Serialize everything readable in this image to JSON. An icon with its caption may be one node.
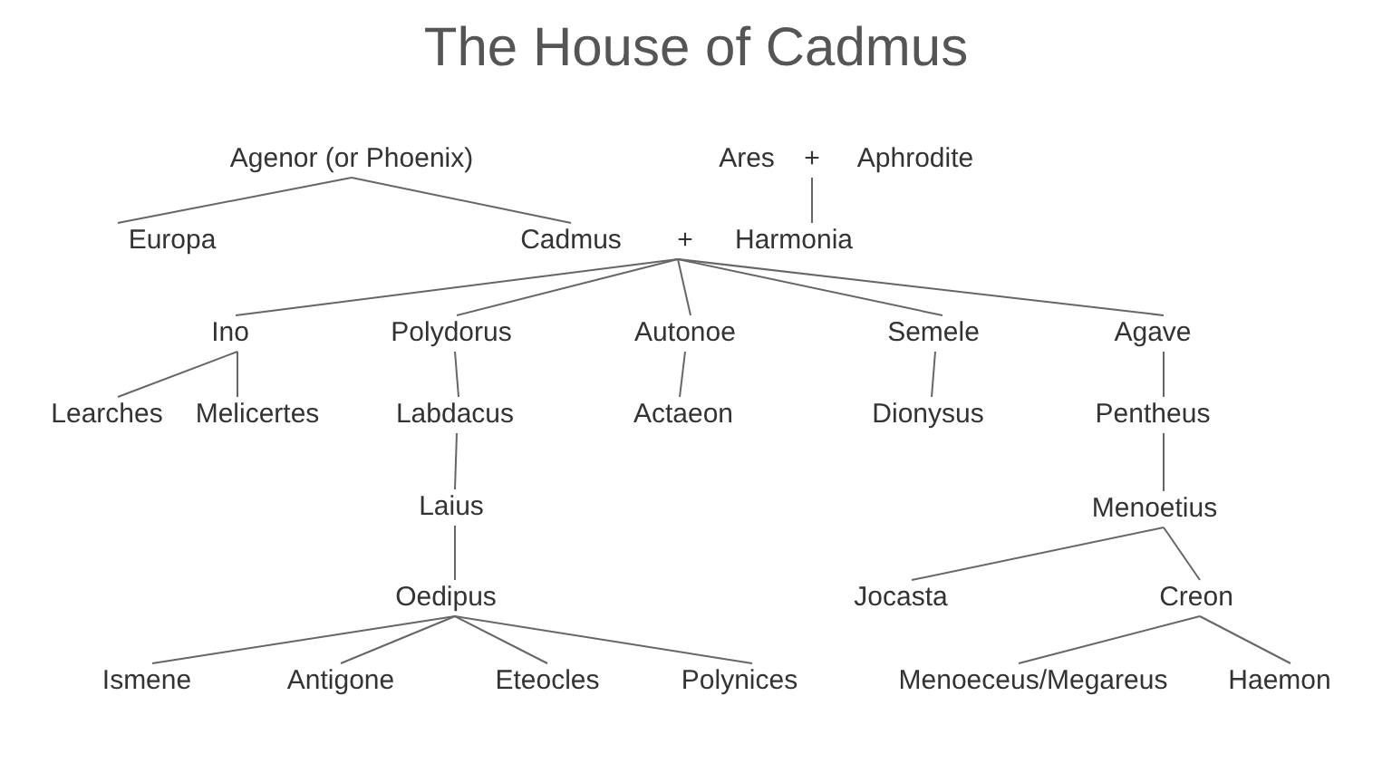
{
  "diagram": {
    "title": "The House of Cadmus",
    "nodes": [
      {
        "text": [
          "Agenor (or Phoenix)"
        ]
      },
      {
        "text": [
          "Ares"
        ]
      },
      {
        "text": [
          "+"
        ]
      },
      {
        "text": [
          "Aphrodite"
        ]
      },
      {
        "text": [
          "Europa"
        ]
      },
      {
        "text": [
          "Cadmus"
        ]
      },
      {
        "text": [
          "+"
        ]
      },
      {
        "text": [
          "Harmonia"
        ]
      },
      {
        "text": [
          "Ino"
        ]
      },
      {
        "text": [
          "Polydorus"
        ]
      },
      {
        "text": [
          "Autonoe"
        ]
      },
      {
        "text": [
          "Semele"
        ]
      },
      {
        "text": [
          "Agave"
        ]
      },
      {
        "text": [
          "Learches"
        ]
      },
      {
        "text": [
          "Melicertes"
        ]
      },
      {
        "text": [
          "Labdacus"
        ]
      },
      {
        "text": [
          "Actaeon"
        ]
      },
      {
        "text": [
          "Dionysus"
        ]
      },
      {
        "text": [
          "Pentheus"
        ]
      },
      {
        "text": [
          "Laius"
        ]
      },
      {
        "text": [
          "Menoetius"
        ]
      },
      {
        "text": [
          "Oedipus"
        ]
      },
      {
        "text": [
          "Jocasta"
        ]
      },
      {
        "text": [
          "Creon"
        ]
      },
      {
        "text": [
          "Ismene"
        ]
      },
      {
        "text": [
          "Antigone"
        ]
      },
      {
        "text": [
          "Eteocles"
        ]
      },
      {
        "text": [
          "Polynices"
        ]
      },
      {
        "text": [
          "Menoeceus/Megareus"
        ]
      },
      {
        "text": [
          "Haemon"
        ]
      }
    ],
    "edges": [
      {
        "from": 0,
        "to": 4,
        "arrow": "none"
      },
      {
        "from": 0,
        "to": 5,
        "arrow": "none"
      },
      {
        "from": 2,
        "to": 7,
        "arrow": "none"
      },
      {
        "from": 6,
        "to": 8,
        "arrow": "none"
      },
      {
        "from": 6,
        "to": 9,
        "arrow": "none"
      },
      {
        "from": 6,
        "to": 10,
        "arrow": "none"
      },
      {
        "from": 6,
        "to": 11,
        "arrow": "none"
      },
      {
        "from": 6,
        "to": 12,
        "arrow": "none"
      },
      {
        "from": 8,
        "to": 13,
        "arrow": "none"
      },
      {
        "from": 8,
        "to": 14,
        "arrow": "none"
      },
      {
        "from": 9,
        "to": 15,
        "arrow": "none"
      },
      {
        "from": 10,
        "to": 16,
        "arrow": "none"
      },
      {
        "from": 11,
        "to": 17,
        "arrow": "none"
      },
      {
        "from": 12,
        "to": 18,
        "arrow": "none"
      },
      {
        "from": 15,
        "to": 19,
        "arrow": "none"
      },
      {
        "from": 18,
        "to": 20,
        "arrow": "none"
      },
      {
        "from": 19,
        "to": 21,
        "arrow": "none"
      },
      {
        "from": 20,
        "to": 22,
        "arrow": "none"
      },
      {
        "from": 20,
        "to": 23,
        "arrow": "none"
      },
      {
        "from": 21,
        "to": 24,
        "arrow": "none"
      },
      {
        "from": 21,
        "to": 25,
        "arrow": "none"
      },
      {
        "from": 21,
        "to": 26,
        "arrow": "none"
      },
      {
        "from": 21,
        "to": 27,
        "arrow": "none"
      },
      {
        "from": 23,
        "to": 28,
        "arrow": "none"
      },
      {
        "from": 23,
        "to": 29,
        "arrow": "none"
      }
    ]
  }
}
